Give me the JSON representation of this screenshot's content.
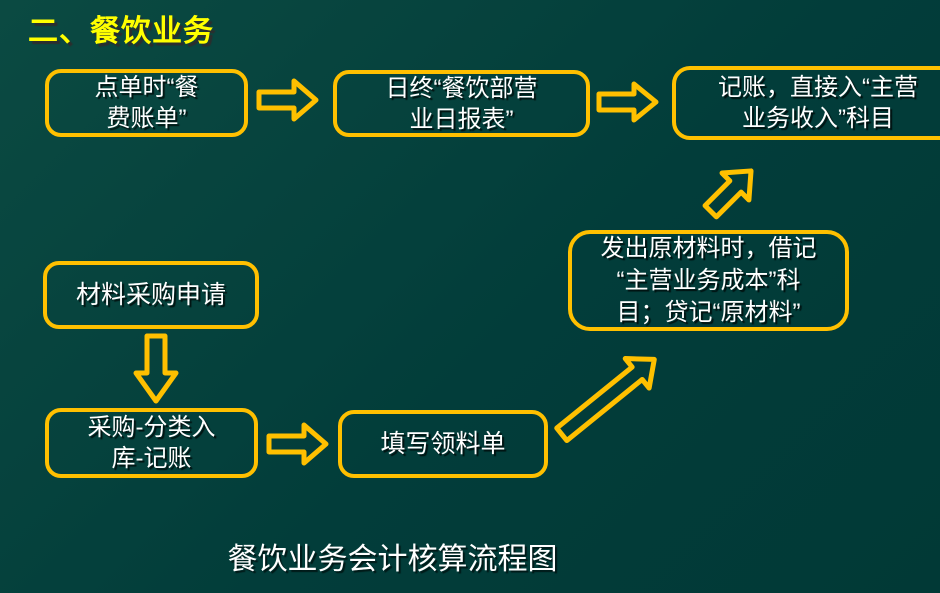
{
  "slide": {
    "title": "二、餐饮业务",
    "caption": "餐饮业务会计核算流程图"
  },
  "colors": {
    "background": "#023D3A",
    "box_border": "#FFC000",
    "title_text": "#FFFF00",
    "body_text": "#FFFFFF"
  },
  "flowchart": {
    "nodes": [
      {
        "id": "order-bill",
        "label": "点单时“餐\n费账单”"
      },
      {
        "id": "daily-report",
        "label": "日终“餐饮部营\n业日报表”"
      },
      {
        "id": "revenue-entry",
        "label": "记账，直接入“主营\n业务收入”科目"
      },
      {
        "id": "purchase-request",
        "label": "材料采购申请"
      },
      {
        "id": "issue-materials",
        "label": "发出原材料时，借记\n“主营业务成本”科\n目；贷记“原材料”"
      },
      {
        "id": "purchase-storage",
        "label": "采购-分类入\n库-记账"
      },
      {
        "id": "requisition-form",
        "label": "填写领料单"
      }
    ],
    "connectors": [
      {
        "from": "order-bill",
        "to": "daily-report",
        "direction": "right"
      },
      {
        "from": "daily-report",
        "to": "revenue-entry",
        "direction": "right"
      },
      {
        "from": "issue-materials",
        "to": "revenue-entry",
        "direction": "up-right"
      },
      {
        "from": "purchase-request",
        "to": "purchase-storage",
        "direction": "down"
      },
      {
        "from": "purchase-storage",
        "to": "requisition-form",
        "direction": "right"
      },
      {
        "from": "requisition-form",
        "to": "issue-materials",
        "direction": "up-right"
      }
    ]
  }
}
